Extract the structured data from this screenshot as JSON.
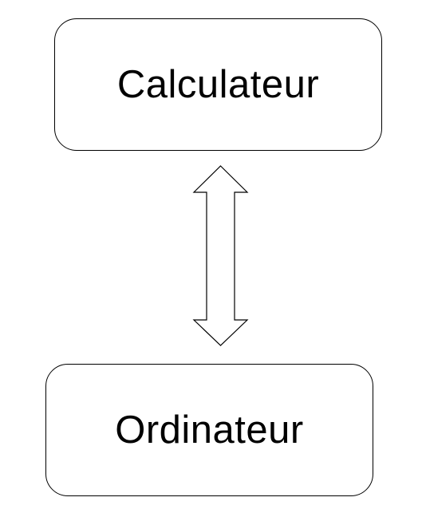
{
  "diagram": {
    "nodes": [
      {
        "id": "top",
        "label": "Calculateur"
      },
      {
        "id": "bottom",
        "label": "Ordinateur"
      }
    ],
    "edges": [
      {
        "from": "top",
        "to": "bottom",
        "type": "bidirectional-arrow"
      }
    ],
    "colors": {
      "stroke": "#000000",
      "fill": "#ffffff",
      "text": "#000000"
    }
  }
}
